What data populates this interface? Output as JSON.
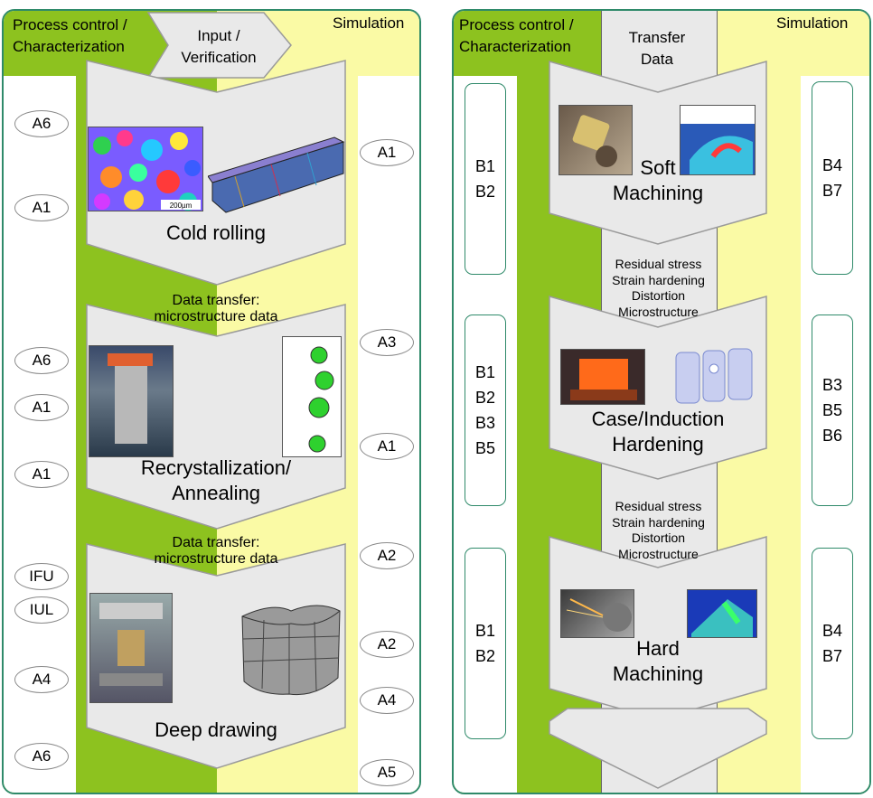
{
  "left": {
    "header": {
      "pc": "Process control / Characterization",
      "input": "Input / Verification",
      "sim": "Simulation"
    },
    "left_ovals": [
      "A6",
      "A1",
      "A6",
      "A1",
      "A1",
      "IFU",
      "IUL",
      "A4",
      "A6"
    ],
    "right_ovals": [
      "A1",
      "A3",
      "A1",
      "A2",
      "A2",
      "A4",
      "A5"
    ],
    "steps": [
      "Cold rolling",
      "Recrystallization/",
      "Annealing",
      "Deep drawing"
    ],
    "transfer1": [
      "Data transfer:",
      "microstructure data"
    ],
    "transfer2": [
      "Data transfer:",
      "microstructure data"
    ],
    "scale": "200µm"
  },
  "right": {
    "header": {
      "pc": "Process control / Characterization",
      "transfer": "Transfer Data",
      "sim": "Simulation"
    },
    "left_boxes": [
      [
        "B1",
        "B2"
      ],
      [
        "B1",
        "B2",
        "B3",
        "B5"
      ],
      [
        "B1",
        "B2"
      ]
    ],
    "right_boxes": [
      [
        "B4",
        "B7"
      ],
      [
        "B3",
        "B5",
        "B6"
      ],
      [
        "B4",
        "B7"
      ]
    ],
    "steps": [
      "Soft",
      "Machining",
      "Case/Induction",
      "Hardening",
      "Hard",
      "Machining"
    ],
    "transfer1": [
      "Residual stress",
      "Strain hardening",
      "Distortion",
      "Microstructure"
    ],
    "transfer2": [
      "Residual stress",
      "Strain hardening",
      "Distortion",
      "Microstructure"
    ]
  },
  "colors": {
    "green": "#8dc21f",
    "yellow": "#fafaa5",
    "grey": "#e9e9e9",
    "border": "#2f8a6a"
  }
}
